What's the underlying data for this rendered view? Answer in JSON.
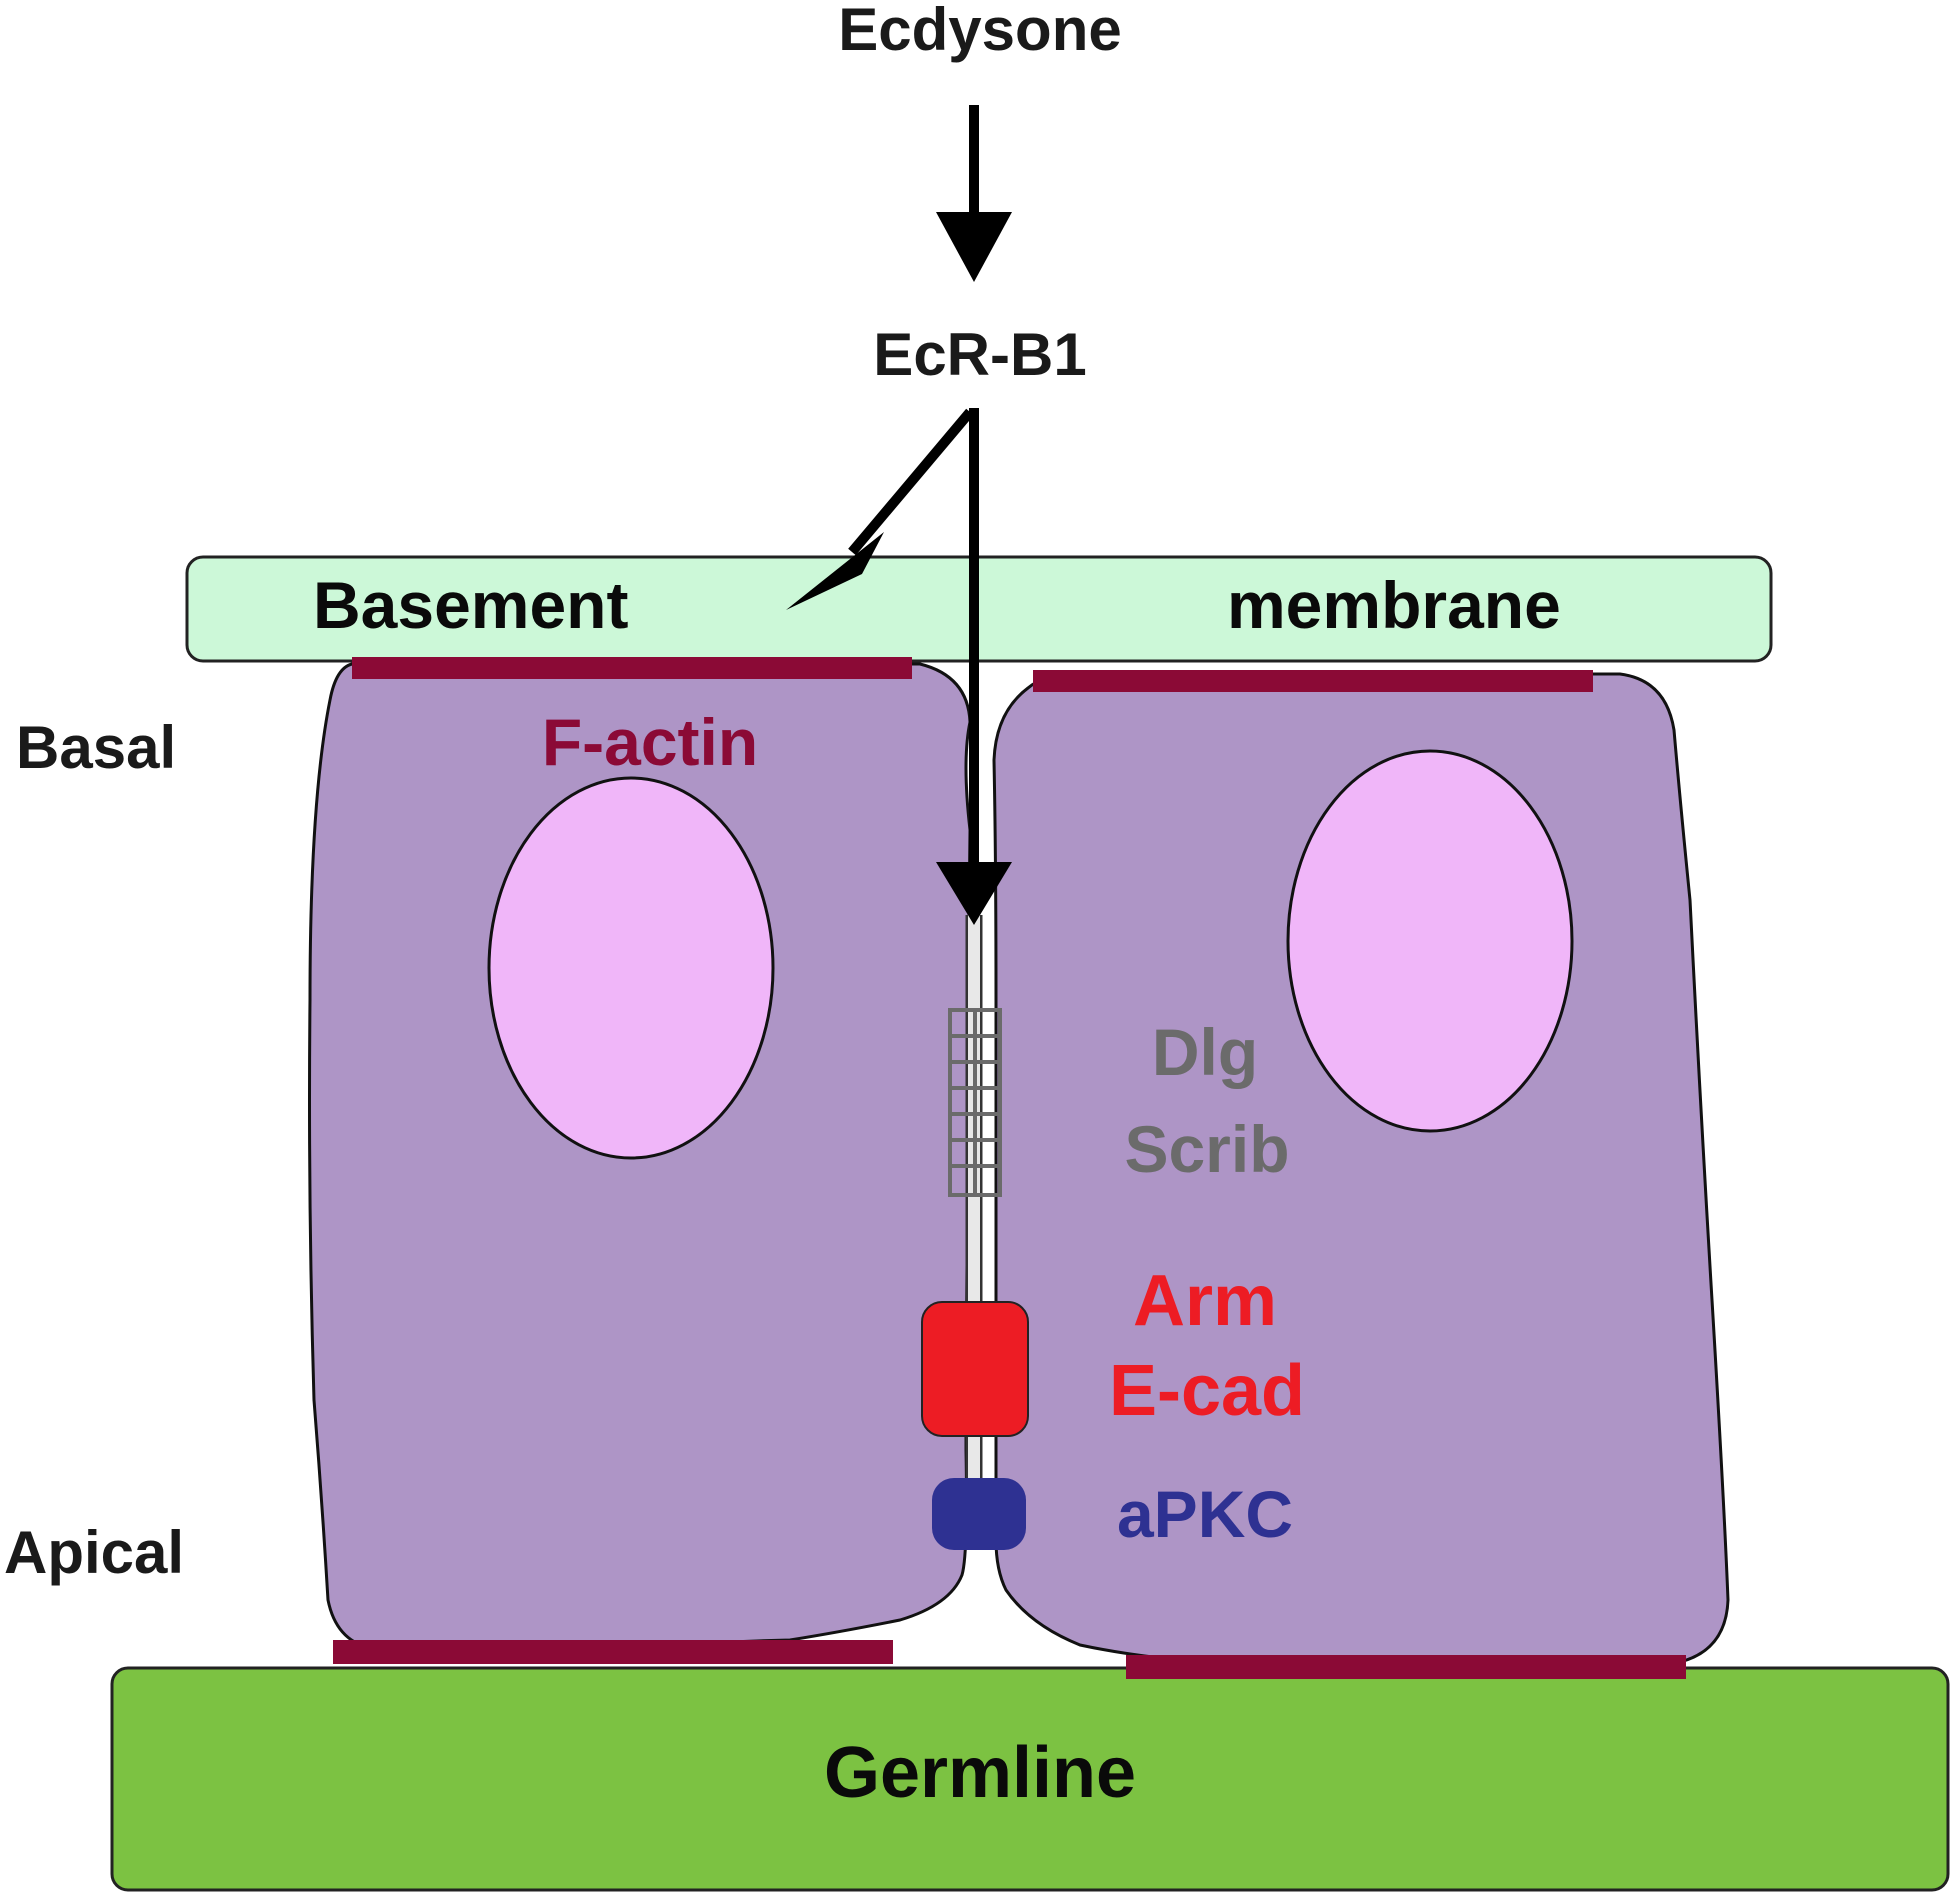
{
  "labels": {
    "ecdysone": "Ecdysone",
    "ecr_b1": "EcR-B1",
    "basement": "Basement",
    "membrane": "membrane",
    "basal": "Basal",
    "apical": "Apical",
    "f_actin": "F-actin",
    "dlg": "Dlg",
    "scrib": "Scrib",
    "arm": "Arm",
    "e_cad": "E-cad",
    "apkc": "aPKC",
    "germline": "Germline"
  },
  "colors": {
    "basement_membrane": "#ccf8d8",
    "cell": "#ae95c6",
    "nucleus": "#f0b6f9",
    "f_actin": "#8b0a36",
    "dlg_scrib": "#6b6b6b",
    "arm_ecad": "#ed1c24",
    "apkc": "#2e3192",
    "germline": "#7cc242",
    "arrow": "#000000",
    "text": "#1a1a1a"
  }
}
